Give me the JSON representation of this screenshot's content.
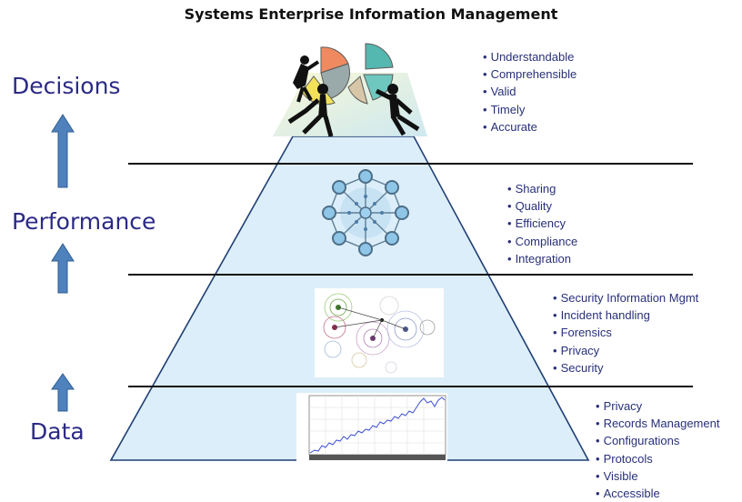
{
  "title": "Systems Enterprise Information Management",
  "levels": {
    "decisions": "Decisions",
    "performance": "Performance",
    "data": "Data"
  },
  "bullets": {
    "decisions": [
      "Understandable",
      "Comprehensible",
      "Valid",
      "Timely",
      "Accurate"
    ],
    "performance": [
      "Sharing",
      "Quality",
      "Efficiency",
      "Compliance",
      "Integration"
    ],
    "security": [
      "Security Information Mgmt",
      "Incident handling",
      "Forensics",
      "Privacy",
      "Security"
    ],
    "data": [
      "Privacy",
      "Records Management",
      "Configurations",
      "Protocols",
      "Visible",
      "Accessible"
    ]
  },
  "colors": {
    "pyramid_fill": "#dceef9",
    "pyramid_stroke": "#1f3f73",
    "arrow": "#4f81bd",
    "label": "#2c2a86",
    "bullet_text": "#28307a",
    "network_node": "#8fc6e8"
  },
  "icons": {
    "decisions": "pie-chart-puzzle-icon",
    "performance": "network-hub-icon",
    "security": "cluster-graph-icon",
    "data": "line-chart-icon"
  }
}
